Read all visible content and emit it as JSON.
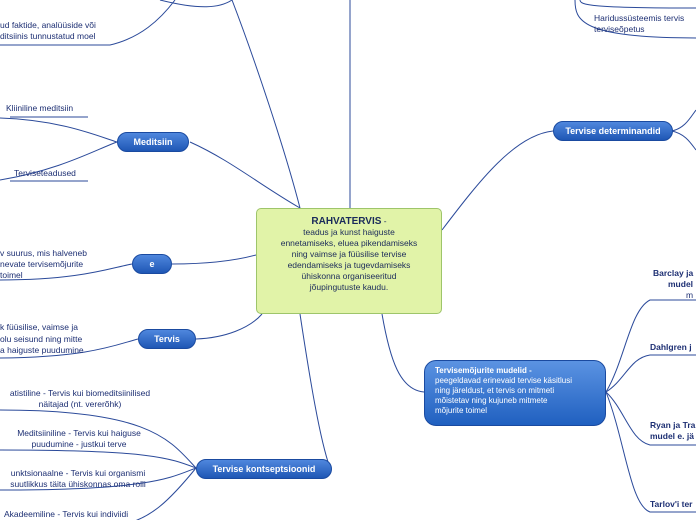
{
  "center": {
    "title": "RAHVATERVIS",
    "title_suffix": " -",
    "lines": [
      "teadus ja kunst haiguste",
      "ennetamiseks, eluea pikendamiseks",
      "ning vaimse ja füüsilise tervise",
      "edendamiseks ja tugevdamiseks",
      "ühiskonna organiseeritud",
      "jõupingutuste kaudu."
    ]
  },
  "left": {
    "top_fragment": [
      "ud faktide, analüüside või",
      "ditsiinis tunnustatud moel"
    ],
    "meditsiin": {
      "label": "Meditsiin",
      "children": [
        "Kliiniline meditsiin",
        "Terviseteadused"
      ]
    },
    "e": {
      "label": "e",
      "children": [
        "v suurus, mis halveneb",
        "nevate tervisemõjurite",
        "toimel"
      ]
    },
    "tervis": {
      "label": "Tervis",
      "children": [
        "k füüsilise, vaimse ja",
        "olu seisund ning mitte",
        "a haiguste puudumine"
      ]
    },
    "kontseptsioonid": {
      "label": "Tervise kontseptsioonid",
      "children": [
        [
          "atistiline - Tervis kui biomeditsiinilised",
          "näitajad (nt. vererõhk)"
        ],
        [
          "Meditsiiniline - Tervis kui haiguse",
          "puudumine - justkui terve"
        ],
        [
          "unktsionaalne - Tervis kui organismi",
          "suutlikkus täita ühiskonnas oma rolli"
        ],
        [
          "Akadeemiline - Tervis kui indiviidi"
        ]
      ]
    }
  },
  "right": {
    "top_fragment": [
      "Haridussüsteemis tervis",
      "terviseõpetus"
    ],
    "determinandid": {
      "label": "Tervise determinandid"
    },
    "mudelid": {
      "title": "Tervisemõjurite mudelid -",
      "lines": [
        "peegeldavad erinevaid tervise käsitlusi",
        "ning järeldust, et tervis on mitmeti",
        "mõistetav ning kujuneb mitmete",
        "mõjurite toimel"
      ],
      "children": [
        [
          "Barclay ja",
          "mudel",
          "m"
        ],
        [
          "Dahlgren j"
        ],
        [
          "Ryan ja Tra",
          "mudel e. jä"
        ],
        [
          "Tarlov'i ter"
        ]
      ]
    }
  },
  "colors": {
    "center_fill": "#e1f3a8",
    "node_blue": "#2a63c2",
    "line": "#2b4a9a",
    "text": "#1d2f73"
  }
}
